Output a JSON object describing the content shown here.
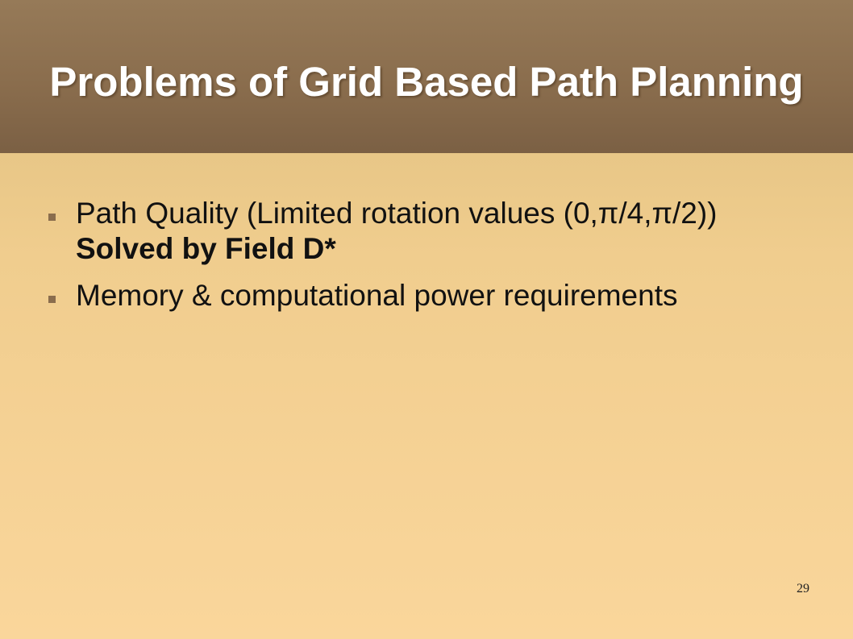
{
  "slide": {
    "title": "Problems of Grid Based Path Planning",
    "bullets": [
      {
        "text": "Path Quality (Limited rotation values (0,π/4,π/2))",
        "bold": "Solved by Field D*"
      },
      {
        "text": "Memory & computational power requirements",
        "bold": ""
      }
    ],
    "page_number": "29"
  },
  "colors": {
    "title_band": "#8a6d4d",
    "background_top": "#dcbd7c",
    "background_bottom": "#fad69b",
    "title_text": "#ffffff",
    "bullet_marker": "#8a6d4d"
  },
  "icons": {
    "bullet": "square-bullet-icon"
  }
}
